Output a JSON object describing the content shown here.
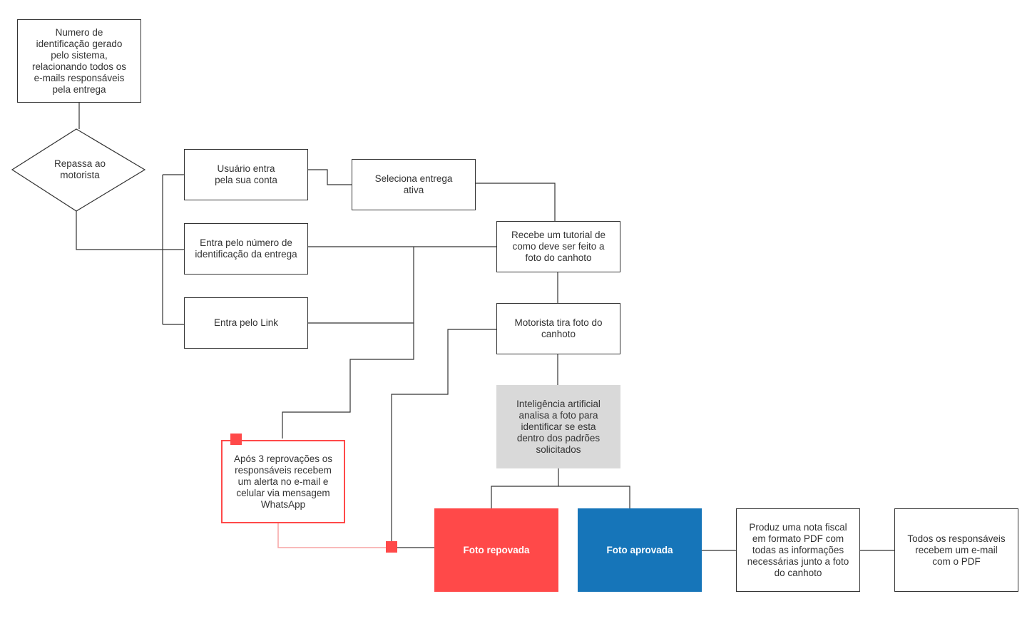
{
  "colors": {
    "line": "#333333",
    "alert_red": "#ff4949",
    "approved_blue": "#1675b9",
    "ai_gray": "#d9d9d9",
    "alert_link": "#f7a3a3"
  },
  "nodes": {
    "id_number": "Numero de\nidentificação gerado\npelo sistema,\nrelacionando todos os\ne-mails responsáveis\npela entrega",
    "pass_driver": "Repassa ao\nmotorista",
    "user_login": "Usuário entra\npela sua conta",
    "select_delivery": "Seleciona entrega\nativa",
    "enter_id": "Entra pelo número de\nidentificação da entrega",
    "enter_link": "Entra pelo Link",
    "tutorial": "Recebe um tutorial de\ncomo deve ser feito a\nfoto do canhoto",
    "take_photo": "Motorista tira foto do\ncanhoto",
    "ai_analysis": "Inteligência artificial\nanalisa a foto para\nidentificar se esta\ndentro dos padrões\nsolicitados",
    "alert": "Após 3 reprovações os\nresponsáveis recebem\num alerta no e-mail e\ncelular via mensagem\nWhatsApp",
    "photo_rejected": "Foto repovada",
    "photo_approved": "Foto aprovada",
    "invoice": "Produz uma nota fiscal\nem formato PDF com\ntodas as informações\nnecessárias junto a foto\ndo canhoto",
    "all_receive": "Todos os responsáveis\nrecebem um e-mail\ncom o PDF"
  }
}
